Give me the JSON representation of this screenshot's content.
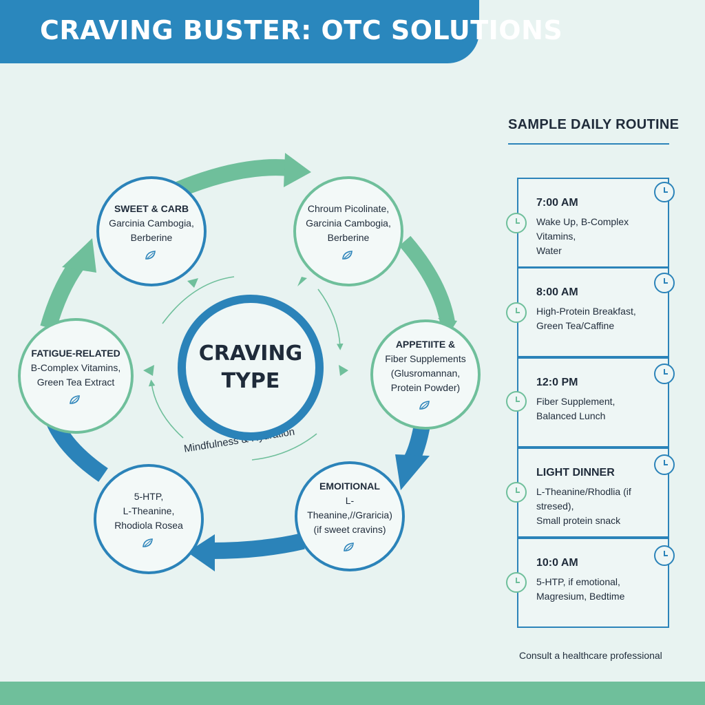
{
  "header": {
    "title": "CRAVING BUSTER: OTC SOLUTIONS"
  },
  "center": {
    "line1": "CRAVING",
    "line2": "TYPE",
    "subtitle": "Mindfulness & Hydration"
  },
  "nodes": [
    {
      "title": "SWEET & CARB",
      "lines": [
        "Garcinia Cambogia,",
        "Berberine"
      ]
    },
    {
      "title": "",
      "lines": [
        "Chroum Picolinate,",
        "Garcinia Cambogia,",
        "Berberine"
      ]
    },
    {
      "title": "APPETIITE &",
      "lines": [
        "Fiber Supplements",
        "(Glusromannan,",
        "Protein Powder)"
      ]
    },
    {
      "title": "EMOITIONAL",
      "lines": [
        "L-Theanine,//Graricia)",
        "(if sweet cravins)"
      ]
    },
    {
      "title": "",
      "lines": [
        "5-HTP,",
        "L-Theanine,",
        "Rhodiola Rosea"
      ]
    },
    {
      "title": "FATIGUE-RELATED",
      "lines": [
        "B-Complex Vitamins,",
        "Green Tea Extract"
      ]
    }
  ],
  "routine": {
    "title": "SAMPLE DAILY ROUTINE",
    "entries": [
      {
        "time": "7:00 AM",
        "desc": [
          "Wake Up, B-Complex Vitamins,",
          "Water"
        ]
      },
      {
        "time": "8:00 AM",
        "desc": [
          "High-Protein Breakfast,",
          "Green Tea/Caffine"
        ]
      },
      {
        "time": "12:0 PM",
        "desc": [
          "Fiber Supplement,",
          "Balanced Lunch"
        ]
      },
      {
        "time": "LIGHT DINNER",
        "desc": [
          "L-Theanine/Rhodlia (if stresed),",
          "Small protein snack"
        ]
      },
      {
        "time": "10:0 AM",
        "desc": [
          "5-HTP, if emotional,",
          "Magresium, Bedtime"
        ]
      }
    ],
    "disclaimer": "Consult a healthcare professional"
  },
  "colors": {
    "blue": "#2b83b9",
    "header_blue": "#2a87bd",
    "green": "#6fbf9b",
    "background": "#e8f3f1",
    "text": "#1f2b3a"
  },
  "icons": {
    "node_icon": "leaf-icon",
    "routine_icon": "clock-icon"
  }
}
